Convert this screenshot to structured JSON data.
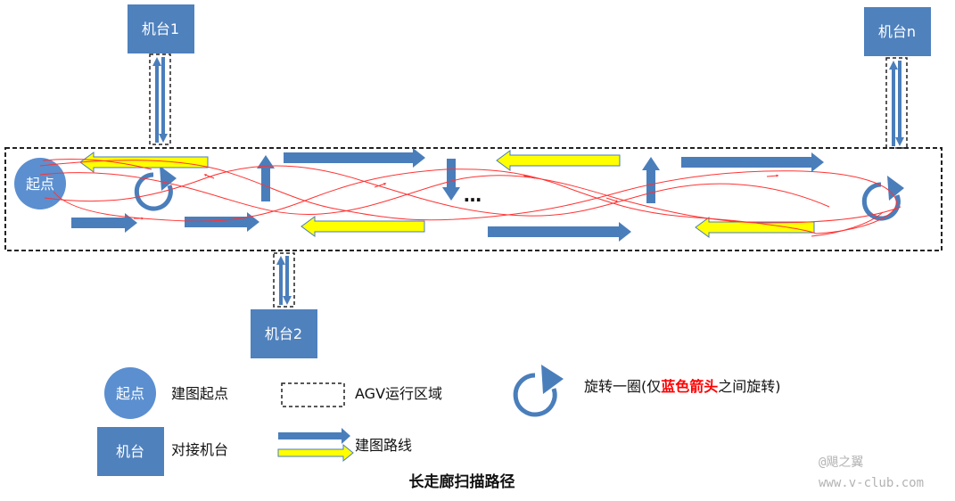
{
  "diagram": {
    "title": "长走廊扫描路径",
    "machines": {
      "m1": "机台1",
      "mn": "机台n",
      "m2": "机台2"
    },
    "start_label": "起点",
    "ellipsis": "…",
    "legend": {
      "start_circle": "起点",
      "start_desc": "建图起点",
      "area_desc": "AGV运行区域",
      "rotate_prefix": "旋转一圈(仅",
      "rotate_highlight": "蓝色箭头",
      "rotate_suffix": "之间旋转)",
      "machine_box": "机台",
      "machine_desc": "对接机台",
      "route_desc": "建图路线"
    },
    "watermark": {
      "line1": "@飓之翼",
      "line2": "www.v-club.com"
    },
    "colors": {
      "blue": "#4f81bd",
      "arrow_blue": "#4a7ebb",
      "yellow": "#ffff00",
      "red_path": "#ff3333",
      "highlight_red": "#ff0000"
    }
  }
}
